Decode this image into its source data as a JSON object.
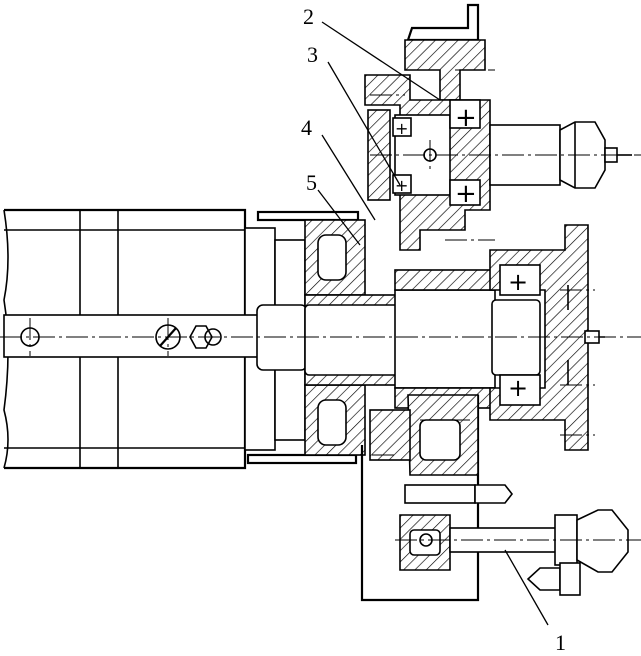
{
  "labels": {
    "part_1": "1",
    "part_2": "2",
    "part_3": "3",
    "part_4": "4",
    "part_5": "5"
  },
  "colors": {
    "line": "#000000",
    "background": "#ffffff"
  }
}
